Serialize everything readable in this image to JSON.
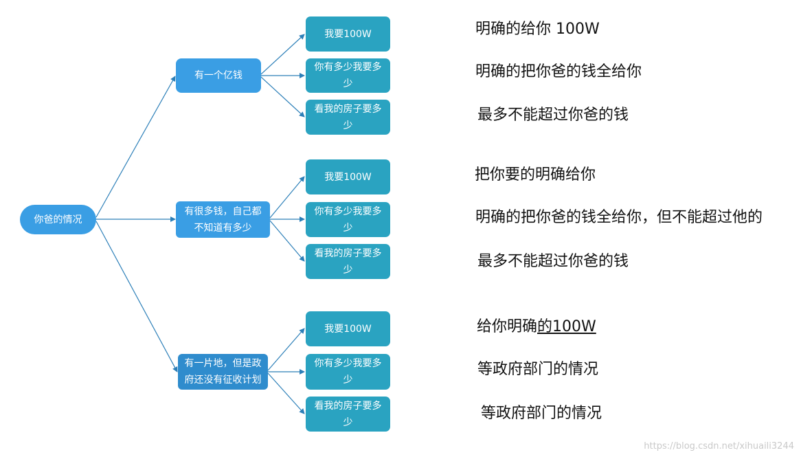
{
  "diagram": {
    "root": "你爸的情况",
    "branches": [
      {
        "label": "有一个亿钱",
        "leaves": [
          "我要100W",
          "你有多少我要多少",
          "看我的房子要多少"
        ],
        "notes": [
          "明确的给你 100W",
          "明确的把你爸的钱全给你",
          "最多不能超过你爸的钱"
        ]
      },
      {
        "label": "有很多钱，自己都不知道有多少",
        "leaves": [
          "我要100W",
          "你有多少我要多少",
          "看我的房子要多少"
        ],
        "notes": [
          "把你要的明确给你",
          "明确的把你爸的钱全给你，但不能超过他的",
          "最多不能超过你爸的钱"
        ]
      },
      {
        "label": "有一片地，但是政府还没有征收计划",
        "leaves": [
          "我要100W",
          "你有多少我要多少",
          "看我的房子要多少"
        ],
        "notes_first_prefix": "给你明确",
        "notes_first_underlined": "的100W",
        "notes": [
          "等政府部门的情况",
          "等政府部门的情况"
        ]
      }
    ]
  },
  "colors": {
    "root": "#3a9ee4",
    "branch": "#3a9ee4",
    "branch_dark": "#2f8ccd",
    "leaf": "#2aa3c1",
    "connector": "#2c7fb8"
  },
  "watermark": "https://blog.csdn.net/xihuaili3244"
}
